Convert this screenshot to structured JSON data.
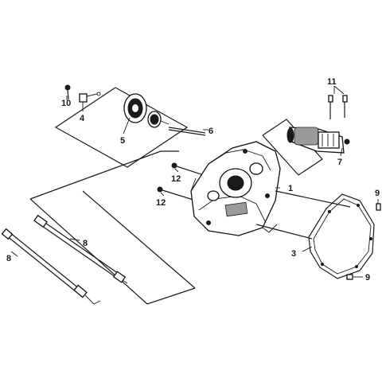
{
  "callouts": {
    "c1": "1",
    "c3": "3",
    "c4": "4",
    "c5": "5",
    "c6": "6",
    "c7": "7",
    "c8a": "8",
    "c8b": "8",
    "c9a": "9",
    "c9b": "9",
    "c10": "10",
    "c11": "11",
    "c12a": "12",
    "c12b": "12"
  },
  "colors": {
    "line": "#1a1a1a",
    "background": "#ffffff"
  }
}
